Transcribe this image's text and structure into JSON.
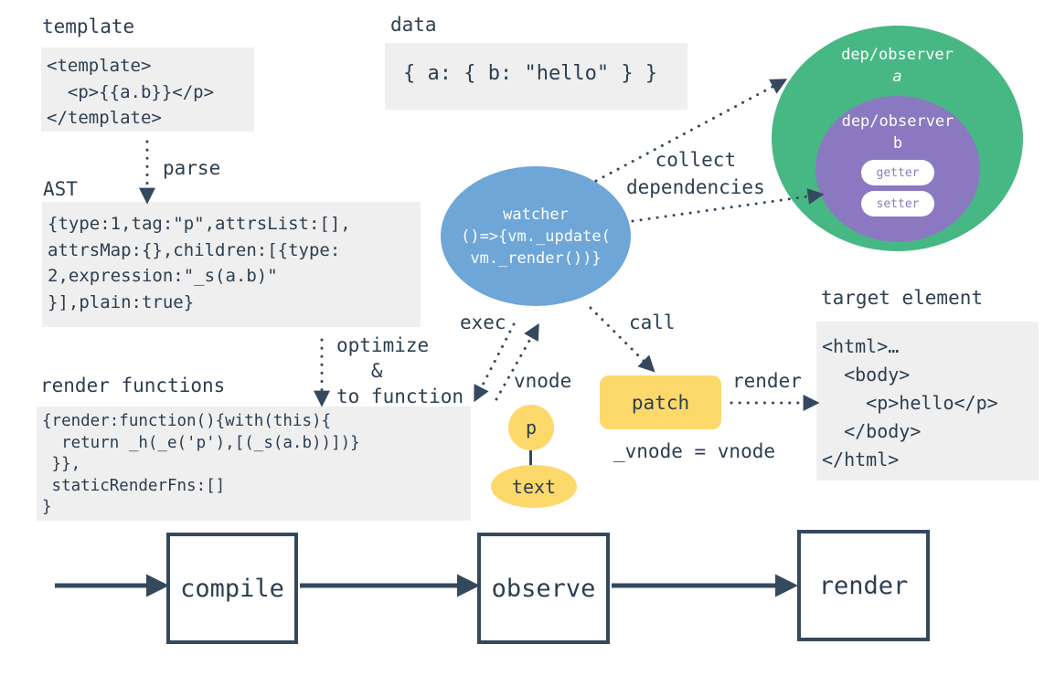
{
  "colors": {
    "ink": "#34495e",
    "code_bg": "#efefef",
    "watcher_blue": "#6ea6d8",
    "observer_green": "#47b883",
    "observer_purple": "#8a79c0",
    "vnode_yellow": "#fdd86b"
  },
  "template": {
    "title": "template",
    "code": "<template>\n  <p>{{a.b}}</p>\n</template>"
  },
  "parse_label": "parse",
  "ast": {
    "title": "AST",
    "code": "{type:1,tag:\"p\",attrsList:[],\nattrsMap:{},children:[{type:\n2,expression:\"_s(a.b)\"\n}],plain:true}"
  },
  "optimize_label": "optimize\n   &\nto function",
  "render_functions": {
    "title": "render functions",
    "code": "{render:function(){with(this){\n  return _h(_e('p'),[(_s(a.b))])}\n }},\n staticRenderFns:[]\n}"
  },
  "data": {
    "title": "data",
    "code": "{ a: { b: \"hello\" } }"
  },
  "watcher": {
    "title": "watcher",
    "code": "()=>{vm._update(\nvm._render())}"
  },
  "collect_label": "collect\ndependencies",
  "observer_a": {
    "title": "dep/observer",
    "key": "a"
  },
  "observer_b": {
    "title": "dep/observer",
    "key": "b",
    "getter": "getter",
    "setter": "setter"
  },
  "exec_label": "exec",
  "vnode_label": "vnode",
  "vnode_tree": {
    "root": "p",
    "child": "text"
  },
  "call_label": "call",
  "patch": {
    "label": "patch",
    "assign": "_vnode = vnode"
  },
  "render_label": "render",
  "target": {
    "title": "target element",
    "code": "<html>…\n  <body>\n    <p>hello</p>\n  </body>\n</html>"
  },
  "pipeline": {
    "stages": [
      "compile",
      "observe",
      "render"
    ]
  }
}
